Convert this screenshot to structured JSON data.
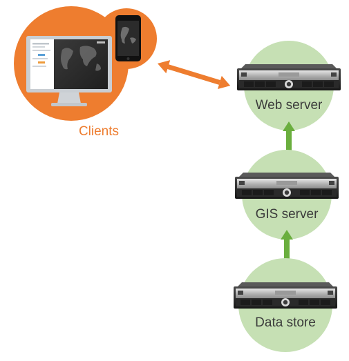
{
  "clients": {
    "label": "Clients"
  },
  "nodes": [
    {
      "id": "web-server",
      "label": "Web server"
    },
    {
      "id": "gis-server",
      "label": "GIS server"
    },
    {
      "id": "data-store",
      "label": "Data store"
    }
  ],
  "colors": {
    "clients_orange": "#EE7D2F",
    "node_green": "#C6E0B4",
    "arrow_green": "#6AAE3E",
    "arrow_orange": "#EE7D2F",
    "label_text": "#3B3B3B",
    "server_body": "#2E2E2E",
    "server_silver": "#BDBDBD"
  },
  "icons": {
    "monitor": "desktop-monitor-icon",
    "phone": "smartphone-icon",
    "server": "rack-server-icon"
  }
}
